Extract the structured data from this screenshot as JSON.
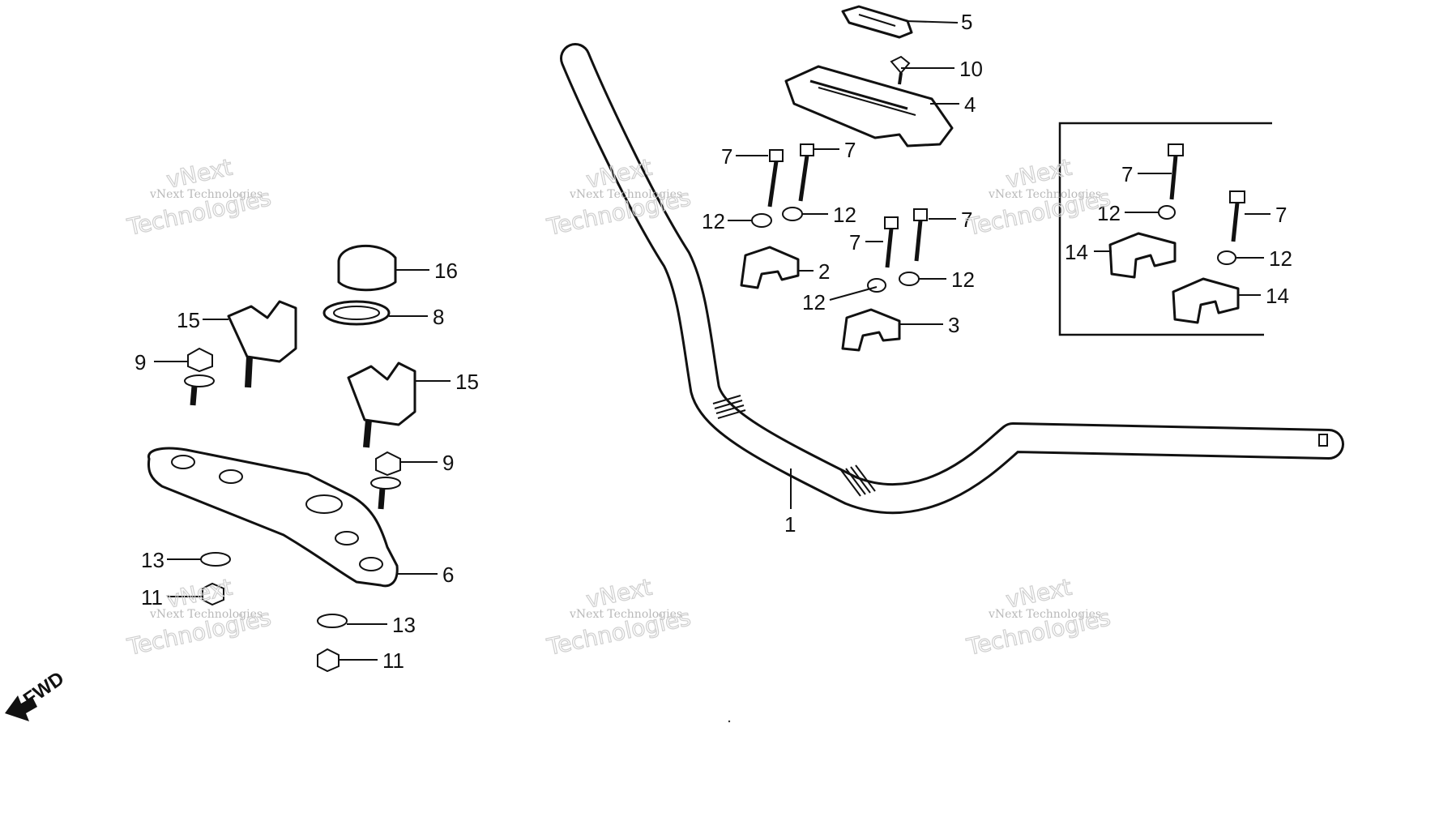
{
  "diagram": {
    "callouts": [
      {
        "id": "c5a",
        "label": "5"
      },
      {
        "id": "c10a",
        "label": "10"
      },
      {
        "id": "c4a",
        "label": "4"
      },
      {
        "id": "c7a",
        "label": "7"
      },
      {
        "id": "c7b",
        "label": "7"
      },
      {
        "id": "c12a",
        "label": "12"
      },
      {
        "id": "c12b",
        "label": "12"
      },
      {
        "id": "c7c",
        "label": "7"
      },
      {
        "id": "c7d",
        "label": "7"
      },
      {
        "id": "c2a",
        "label": "2"
      },
      {
        "id": "c12c",
        "label": "12"
      },
      {
        "id": "c12d",
        "label": "12"
      },
      {
        "id": "c3a",
        "label": "3"
      },
      {
        "id": "c7e",
        "label": "7"
      },
      {
        "id": "c12e",
        "label": "12"
      },
      {
        "id": "c7f",
        "label": "7"
      },
      {
        "id": "c14a",
        "label": "14"
      },
      {
        "id": "c12f",
        "label": "12"
      },
      {
        "id": "c14b",
        "label": "14"
      },
      {
        "id": "c16a",
        "label": "16"
      },
      {
        "id": "c15a",
        "label": "15"
      },
      {
        "id": "c8a",
        "label": "8"
      },
      {
        "id": "c9a",
        "label": "9"
      },
      {
        "id": "c15b",
        "label": "15"
      },
      {
        "id": "c9b",
        "label": "9"
      },
      {
        "id": "c13a",
        "label": "13"
      },
      {
        "id": "c6a",
        "label": "6"
      },
      {
        "id": "c11a",
        "label": "11"
      },
      {
        "id": "c13b",
        "label": "13"
      },
      {
        "id": "c11b",
        "label": "11"
      },
      {
        "id": "c1a",
        "label": "1"
      }
    ],
    "direction_label": "FWD"
  },
  "watermark": {
    "small_text": "vNext Technologies",
    "large_line1": "vNext",
    "large_line2": "Technologies"
  },
  "colors": {
    "ink": "#111111",
    "watermark": "#bdbdbd",
    "background": "#ffffff"
  }
}
